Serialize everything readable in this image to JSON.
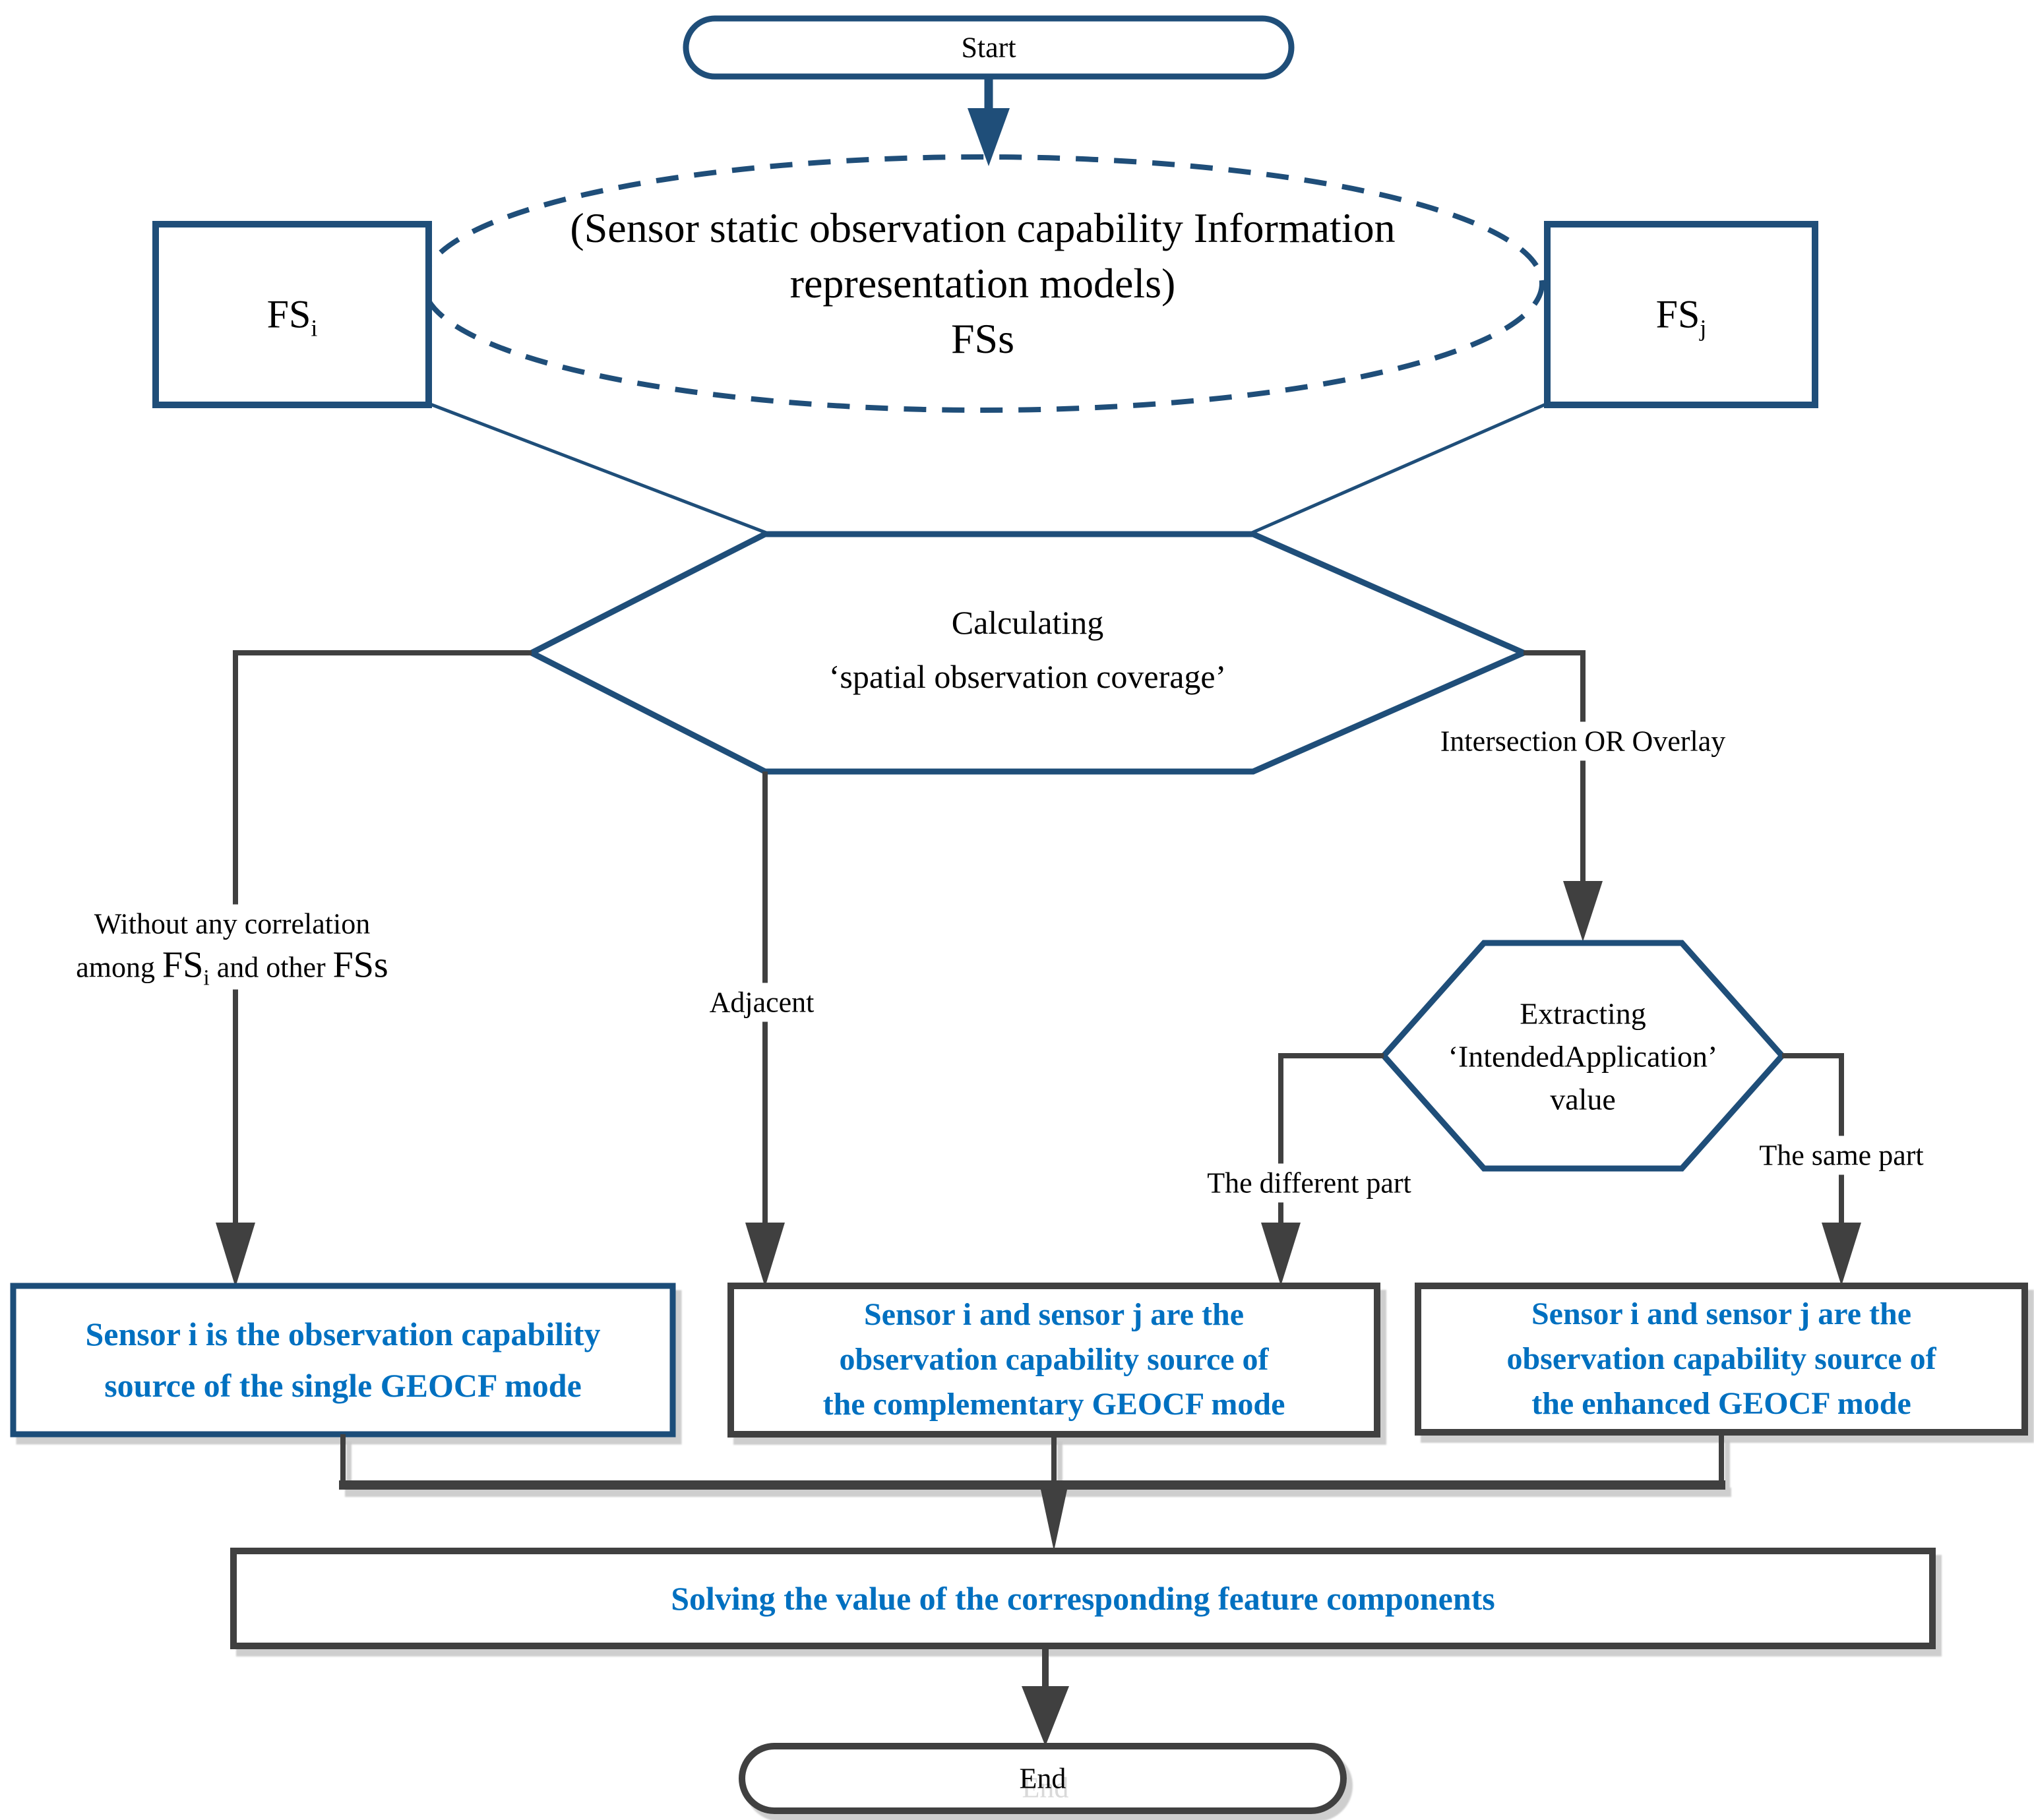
{
  "palette": {
    "shape_blue": "#1F4E79",
    "line_gray": "#404040",
    "result_text_blue": "#0070C0",
    "label_black": "#000000",
    "shadow_gray": "#c9c9c9"
  },
  "nodes": {
    "start": {
      "label": "Start"
    },
    "models_ellipse": {
      "line1": "(Sensor static observation capability Information",
      "line2": "representation models)",
      "line3": "FSs"
    },
    "fs_i": {
      "base": "FS",
      "sub": "i"
    },
    "fs_j": {
      "base": "FS",
      "sub": "j"
    },
    "calc_hexagon": {
      "line1": "Calculating",
      "line2": "‘spatial observation coverage’"
    },
    "extract_hexagon": {
      "line1": "Extracting",
      "line2": "‘IntendedApplication’",
      "line3": "value"
    },
    "single_box": {
      "line1": "Sensor i is the observation capability",
      "line2": "source of the single GEOCF mode"
    },
    "complementary_box": {
      "line1": "Sensor i and sensor j are the",
      "line2": "observation capability source of",
      "line3": "the complementary GEOCF mode"
    },
    "enhanced_box": {
      "line1": "Sensor i and sensor j are the",
      "line2": "observation capability source of",
      "line3": "the enhanced GEOCF mode"
    },
    "solving_box": {
      "label": "Solving the value of the corresponding feature components"
    },
    "end": {
      "label": "End"
    }
  },
  "edge_labels": {
    "without": {
      "line1": "Without any correlation",
      "part1": "among",
      "fs_base": "FS",
      "fs_sub": "i",
      "part2": "and other",
      "fs_plural": "FSs"
    },
    "adjacent": {
      "label": "Adjacent"
    },
    "intersection": {
      "label": "Intersection OR Overlay"
    },
    "different": {
      "label": "The different part"
    },
    "same": {
      "label": "The same part"
    }
  }
}
